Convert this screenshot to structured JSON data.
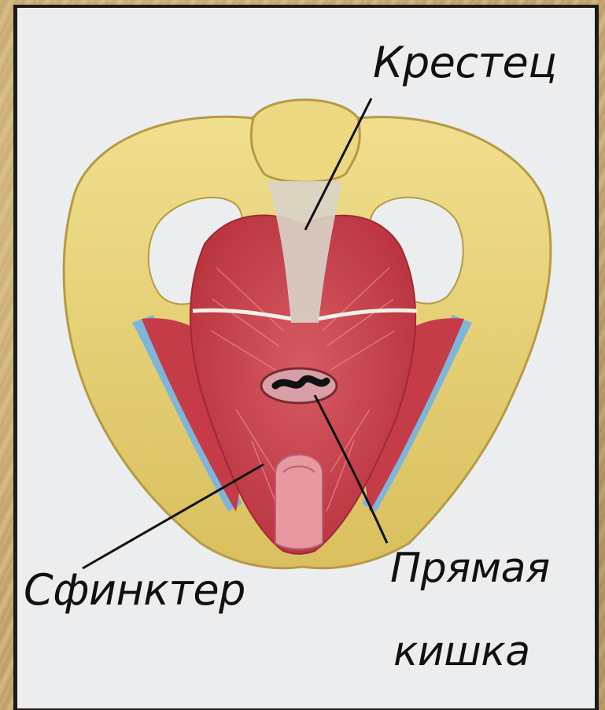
{
  "diagram": {
    "labels": {
      "sacrum": "Крестец",
      "sphincter": "Сфинктер",
      "rectum_line1": "Прямая",
      "rectum_line2": "кишка"
    },
    "colors": {
      "bone": "#e9d37a",
      "muscle": "#c9444f",
      "vessel": "#79b2d6",
      "panel": "#ecedef",
      "background": "#b89a66"
    }
  }
}
